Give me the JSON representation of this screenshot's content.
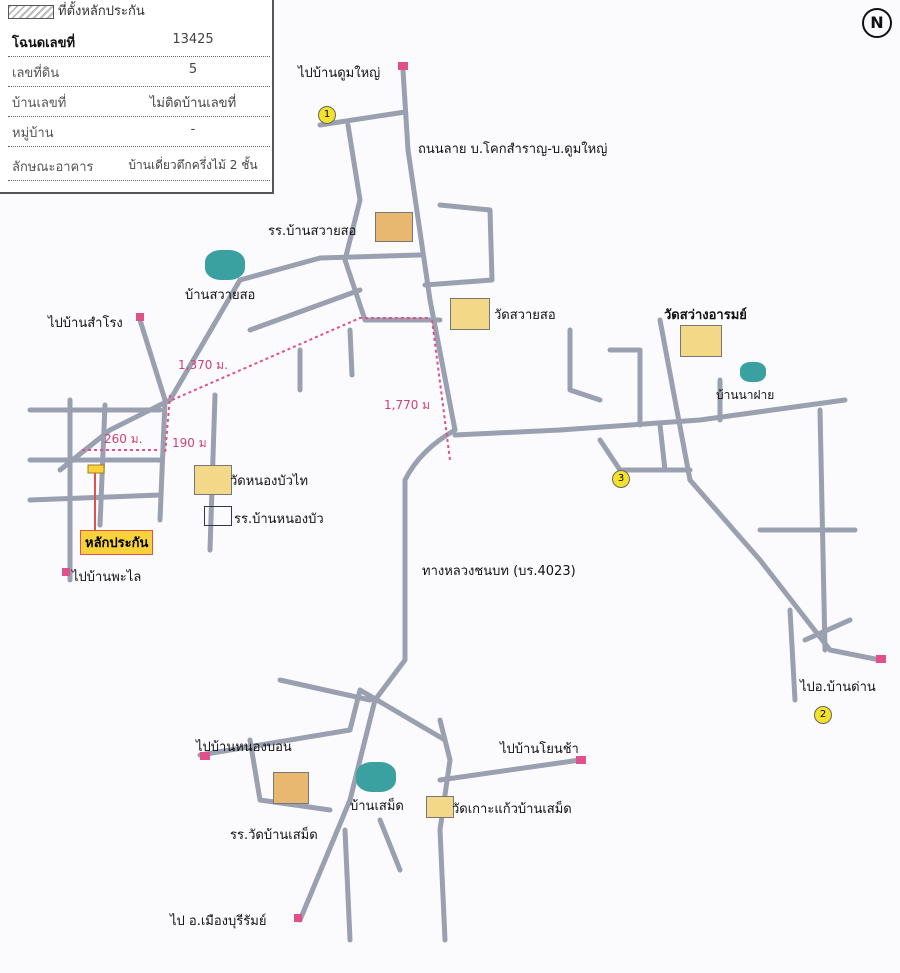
{
  "legend": {
    "header": "ที่ตั้งหลักประกัน",
    "rows": [
      {
        "key": "โฉนดเลขที่",
        "value": "13425"
      },
      {
        "key": "เลขที่ดิน",
        "value": "5"
      },
      {
        "key": "บ้านเลขที่",
        "value": "ไม่ติดบ้านเลขที่"
      },
      {
        "key": "หมู่บ้าน",
        "value": "-"
      },
      {
        "key": "ลักษณะอาคาร",
        "value": "บ้านเดี่ยวตึกครึ่งไม้ 2 ชั้น"
      }
    ]
  },
  "compass": "N",
  "places": {
    "to_dum_yai": "ไปบ้านดูมใหญ่",
    "road_name_1": "ถนนลาย บ.โคกสำราญ-บ.ดูมใหญ่",
    "school_suai_so": "รร.บ้านสวายสอ",
    "village_suai_so": "บ้านสวายสอ",
    "wat_suai_so": "วัดสวายสอ",
    "to_samrong": "ไปบ้านสำโรง",
    "wat_sawang": "วัดสว่างอารมย์",
    "village_na_fai": "บ้านนาฝาย",
    "wat_nong_bua": "วัดหนองบัวไท",
    "school_nong_bua": "รร.บ้านหนองบัว",
    "collateral": "หลักประกัน",
    "to_phalai": "ไปบ้านพะไล",
    "highway": "ทางหลวงชนบท (บร.4023)",
    "to_ban_dan": "ไปอ.บ้านด่าน",
    "to_nong_bon": "ไปบ้านหนองบอน",
    "to_yon_cha": "ไปบ้านโยนช้า",
    "village_samet": "บ้านเสม็ด",
    "wat_samet": "วัดเกาะแก้วบ้านเสม็ด",
    "school_samet": "รร.วัดบ้านเสม็ด",
    "to_buriram": "ไป อ.เมืองบุรีรัมย์"
  },
  "distances": {
    "d1": "1,370 ม.",
    "d2": "1,770 ม",
    "d3": "260 ม.",
    "d4": "190 ม"
  },
  "markers": [
    "1",
    "2",
    "3"
  ],
  "colors": {
    "road": "#9aa0b0",
    "distance": "#e0508a",
    "marker": "#f4e22a"
  }
}
